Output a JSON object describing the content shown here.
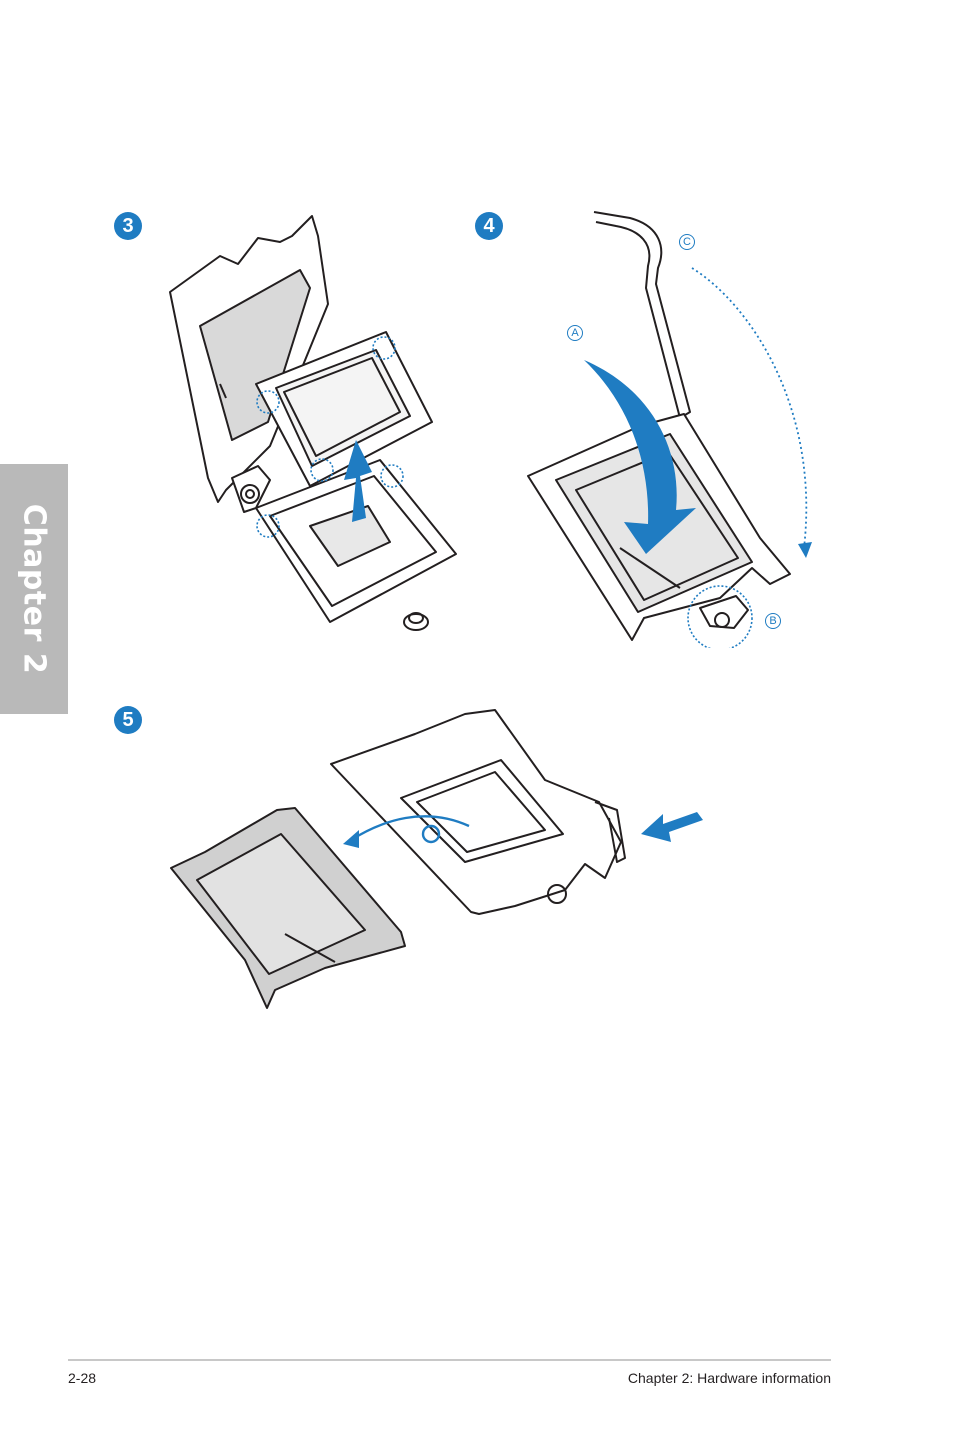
{
  "side_tab": {
    "label": "Chapter 2"
  },
  "steps": {
    "step3": "3",
    "step4": "4",
    "step5": "5"
  },
  "callouts": {
    "a": "A",
    "b": "B",
    "c": "C"
  },
  "footer": {
    "page_number": "2-28",
    "chapter_title": "Chapter 2: Hardware information"
  },
  "colors": {
    "accent": "#1f7cc2",
    "tab": "#b9b9b9",
    "rule": "#c8c8c8"
  }
}
